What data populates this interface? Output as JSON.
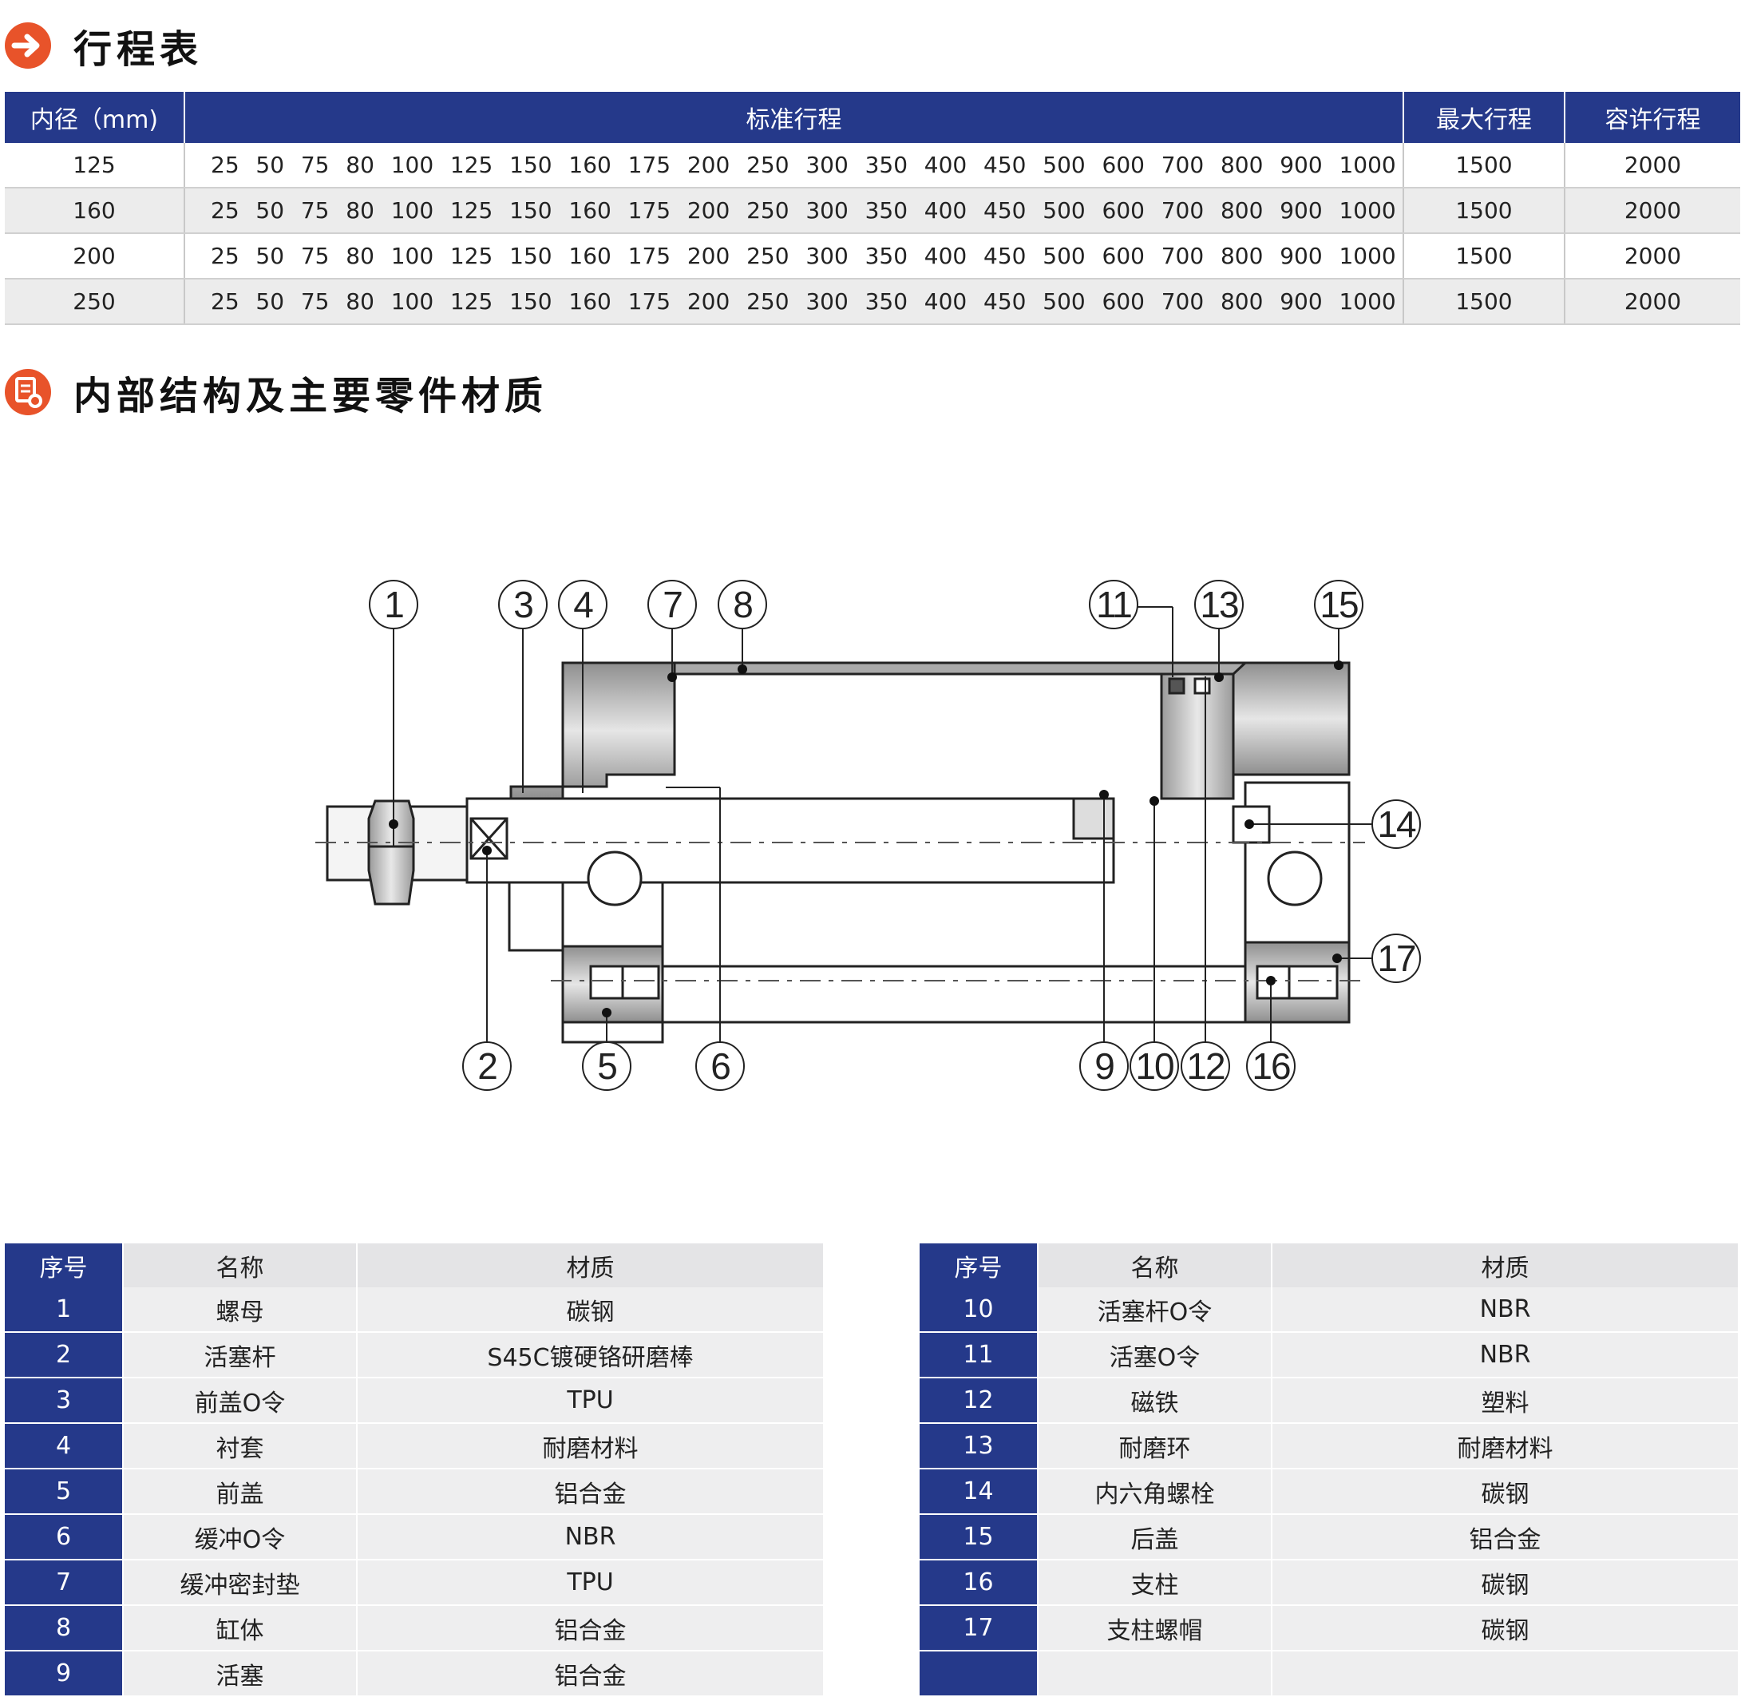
{
  "sections": {
    "stroke_title": "行程表",
    "structure_title": "内部结构及主要零件材质"
  },
  "stroke_table": {
    "headers": [
      "内径（mm)",
      "标准行程",
      "最大行程",
      "容许行程"
    ],
    "standard_strokes": [
      "25",
      "50",
      "75",
      "80",
      "100",
      "125",
      "150",
      "160",
      "175",
      "200",
      "250",
      "300",
      "350",
      "400",
      "450",
      "500",
      "600",
      "700",
      "800",
      "900",
      "1000"
    ],
    "rows": [
      {
        "bore": "125",
        "max": "1500",
        "allow": "2000"
      },
      {
        "bore": "160",
        "max": "1500",
        "allow": "2000"
      },
      {
        "bore": "200",
        "max": "1500",
        "allow": "2000"
      },
      {
        "bore": "250",
        "max": "1500",
        "allow": "2000"
      }
    ]
  },
  "diagram": {
    "callouts_top": [
      "1",
      "3",
      "4",
      "7",
      "8",
      "11",
      "13",
      "15"
    ],
    "callouts_bottom": [
      "2",
      "5",
      "6",
      "9",
      "10",
      "12",
      "16"
    ],
    "callouts_right": [
      "14",
      "17"
    ]
  },
  "parts_headers": [
    "序号",
    "名称",
    "材质"
  ],
  "parts_left": [
    {
      "no": "1",
      "name": "螺母",
      "material": "碳钢"
    },
    {
      "no": "2",
      "name": "活塞杆",
      "material": "S45C镀硬铬研磨棒"
    },
    {
      "no": "3",
      "name": "前盖O令",
      "material": "TPU"
    },
    {
      "no": "4",
      "name": "衬套",
      "material": "耐磨材料"
    },
    {
      "no": "5",
      "name": "前盖",
      "material": "铝合金"
    },
    {
      "no": "6",
      "name": "缓冲O令",
      "material": "NBR"
    },
    {
      "no": "7",
      "name": "缓冲密封垫",
      "material": "TPU"
    },
    {
      "no": "8",
      "name": "缸体",
      "material": "铝合金"
    },
    {
      "no": "9",
      "name": "活塞",
      "material": "铝合金"
    }
  ],
  "parts_right": [
    {
      "no": "10",
      "name": "活塞杆O令",
      "material": "NBR"
    },
    {
      "no": "11",
      "name": "活塞O令",
      "material": "NBR"
    },
    {
      "no": "12",
      "name": "磁铁",
      "material": "塑料"
    },
    {
      "no": "13",
      "name": "耐磨环",
      "material": "耐磨材料"
    },
    {
      "no": "14",
      "name": "内六角螺栓",
      "material": "碳钢"
    },
    {
      "no": "15",
      "name": "后盖",
      "material": "铝合金"
    },
    {
      "no": "16",
      "name": "支柱",
      "material": "碳钢"
    },
    {
      "no": "17",
      "name": "支柱螺帽",
      "material": "碳钢"
    },
    {
      "no": "",
      "name": "",
      "material": ""
    }
  ]
}
